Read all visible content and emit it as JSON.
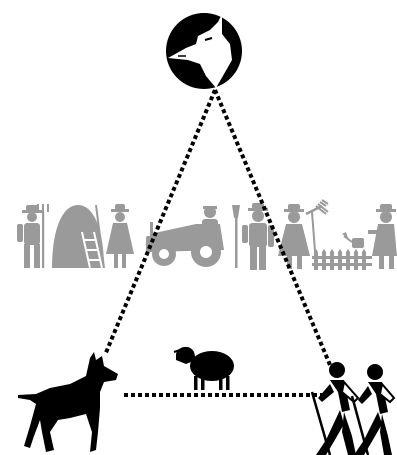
{
  "diagram": {
    "nodes": [
      {
        "id": "wolf",
        "icon": "wolf-moon-icon",
        "role": "apex"
      },
      {
        "id": "dog",
        "icon": "guard-dog-icon",
        "role": "bottom-left"
      },
      {
        "id": "hikers",
        "icon": "walking-people-icon",
        "role": "bottom-right"
      }
    ],
    "edges": [
      {
        "from": "wolf",
        "to": "dog",
        "style": "dotted"
      },
      {
        "from": "wolf",
        "to": "hikers",
        "style": "dotted"
      },
      {
        "from": "dog",
        "to": "hikers",
        "style": "dotted"
      }
    ],
    "middle_icon": "sheep-icon",
    "background_scene": "farmers-row-icon",
    "colors": {
      "foreground": "#000000",
      "farm_scene": "#9a9a9a",
      "background": "#ffffff"
    }
  }
}
